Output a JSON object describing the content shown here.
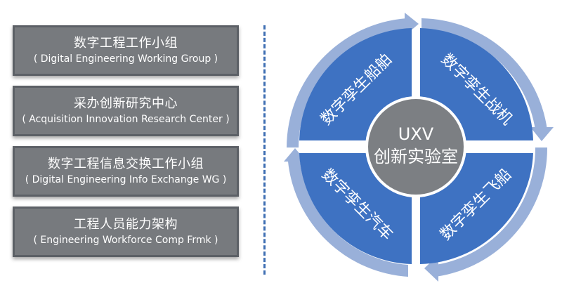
{
  "left_boxes": [
    {
      "zh": "数字工程工作小组",
      "en": "( Digital Engineering Working Group )"
    },
    {
      "zh": "采办创新研究中心",
      "en": "( Acquisition Innovation Research Center )"
    },
    {
      "zh": "数字工程信息交换工作小组",
      "en": "( Digital Engineering Info Exchange WG )"
    },
    {
      "zh": "工程人员能力架构",
      "en": "( Engineering Workforce Comp Frmk )"
    }
  ],
  "center": {
    "line1": "UXV",
    "line2": "创新实验室"
  },
  "quadrants": {
    "top_left": "数字孪生船舶",
    "top_right": "数字孪生战机",
    "bottom_right": "数字孪生飞船",
    "bottom_left": "数字孪生汽车"
  },
  "colors": {
    "box_bg": "#777a7e",
    "ring_outer": "#99b0d9",
    "ring_inner": "#3e72c2",
    "center_fill": "#7c7f83",
    "divider": "#3f6fb3"
  }
}
